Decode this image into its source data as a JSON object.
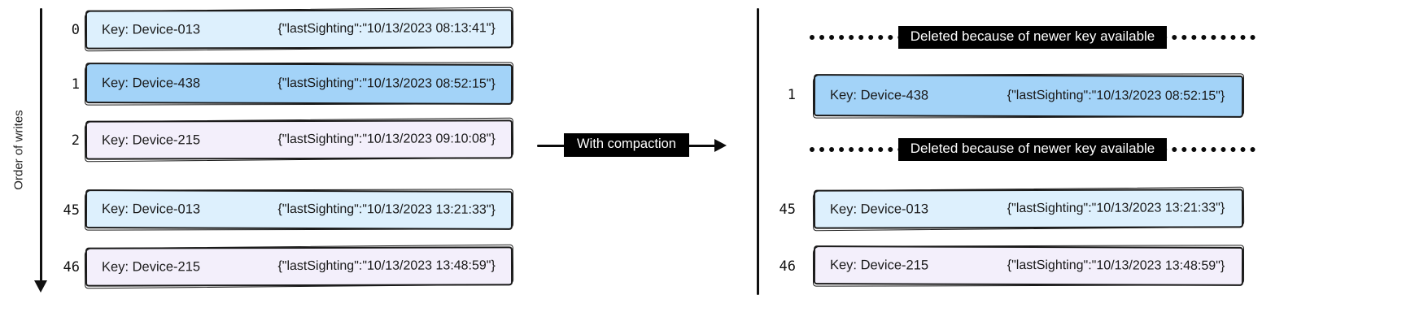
{
  "diagram": {
    "axis_label": "Order of writes",
    "arrow_label": "With compaction",
    "deleted_badge": "Deleted because of newer key available",
    "left_rows": [
      {
        "index": "0",
        "key": "Key: Device-013",
        "value": "{\"lastSighting\":\"10/13/2023 08:13:41\"}",
        "color": "lightblue"
      },
      {
        "index": "1",
        "key": "Key: Device-438",
        "value": "{\"lastSighting\":\"10/13/2023 08:52:15\"}",
        "color": "blue"
      },
      {
        "index": "2",
        "key": "Key: Device-215",
        "value": "{\"lastSighting\":\"10/13/2023 09:10:08\"}",
        "color": "lavender"
      },
      {
        "index": "45",
        "key": "Key: Device-013",
        "value": "{\"lastSighting\":\"10/13/2023 13:21:33\"}",
        "color": "lightblue"
      },
      {
        "index": "46",
        "key": "Key: Device-215",
        "value": "{\"lastSighting\":\"10/13/2023 13:48:59\"}",
        "color": "lavender"
      }
    ],
    "right_rows": [
      {
        "type": "deleted"
      },
      {
        "type": "record",
        "index": "1",
        "key": "Key: Device-438",
        "value": "{\"lastSighting\":\"10/13/2023 08:52:15\"}",
        "color": "blue"
      },
      {
        "type": "deleted"
      },
      {
        "type": "record",
        "index": "45",
        "key": "Key: Device-013",
        "value": "{\"lastSighting\":\"10/13/2023 13:21:33\"}",
        "color": "lightblue"
      },
      {
        "type": "record",
        "index": "46",
        "key": "Key: Device-215",
        "value": "{\"lastSighting\":\"10/13/2023 13:48:59\"}",
        "color": "lavender"
      }
    ],
    "colors": {
      "lightblue": "#ddf0fd",
      "blue": "#a3d3f8",
      "lavender": "#f3effb",
      "border": "#1a1a1a",
      "badge_bg": "#000000",
      "badge_text": "#ffffff"
    }
  }
}
